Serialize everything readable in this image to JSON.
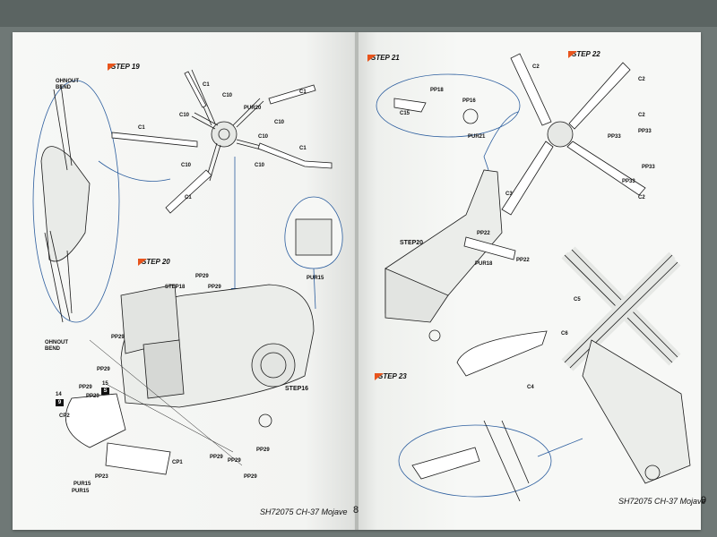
{
  "left_page": {
    "step19_label": "STEP 19",
    "step20_label": "STEP 20",
    "ohnout_bend_1": "OHNOUT BEND",
    "ohnout_bend_2": "OHNOUT BEND",
    "step19_parts": [
      "C1",
      "C1",
      "C1",
      "C1",
      "C1",
      "C10",
      "C10",
      "C10",
      "C10",
      "C10",
      "C10",
      "PUR20"
    ],
    "step20_parts": [
      "STEP18",
      "PP29",
      "PP29",
      "PP29",
      "PP29",
      "PP29",
      "PP29",
      "PP29",
      "PP29",
      "PP29",
      "PP29",
      "STEP16",
      "PUR15",
      "CP2",
      "CP1",
      "PP23",
      "PUR15",
      "PUR15"
    ],
    "badge_14": "14",
    "badge_15": "15",
    "badge_9": "9",
    "badge_s": "S",
    "footer": "SH72075 CH-37 Mojave",
    "page_number": "8"
  },
  "right_page": {
    "step21_label": "STEP 21",
    "step22_label": "STEP 22",
    "step23_label": "STEP 23",
    "step21_parts": [
      "PP18",
      "PP16",
      "C15",
      "PUR21"
    ],
    "step22_parts": [
      "C2",
      "C2",
      "C2",
      "C2",
      "C3",
      "PP33",
      "PP33",
      "PP33",
      "PP33"
    ],
    "step20_ref": "STEP20",
    "pp22_parts": [
      "PP22",
      "PP22",
      "PUR18"
    ],
    "misc_parts": [
      "C5",
      "C6",
      "C4"
    ],
    "footer": "SH72075 CH-37 Mojave",
    "page_number": "9"
  },
  "colors": {
    "accent": "#e8541c",
    "line": "#1a1a1a",
    "callout": "#2b5d9e"
  }
}
